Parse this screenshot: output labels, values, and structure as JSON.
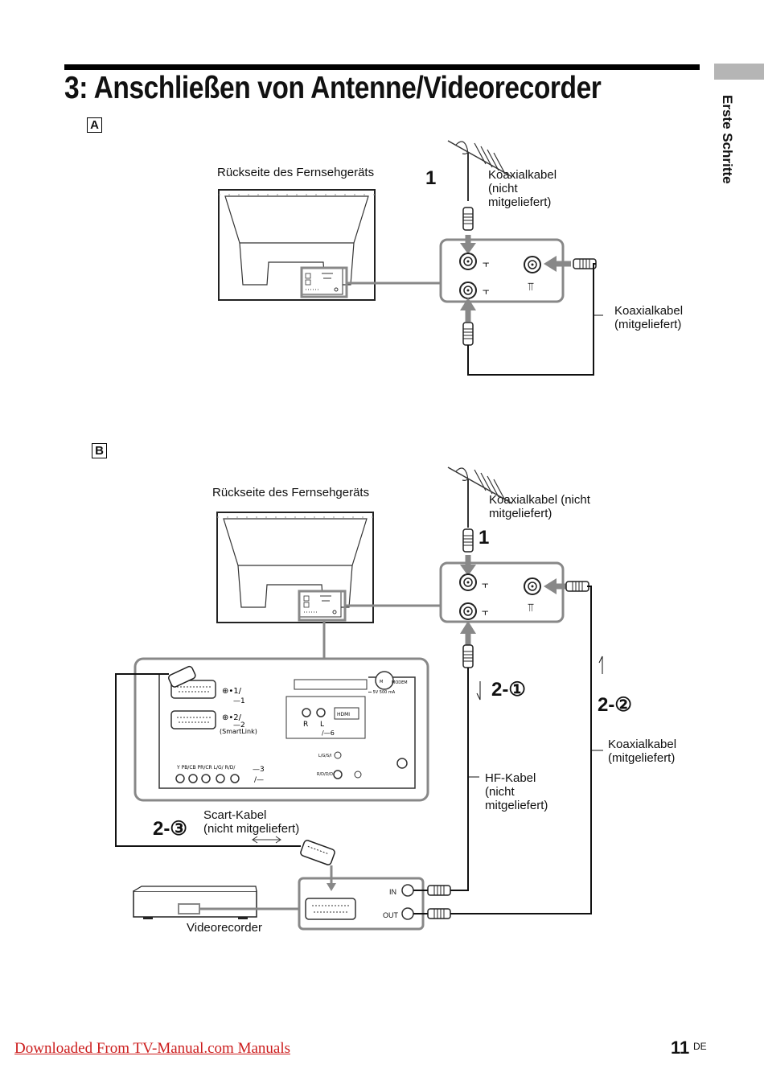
{
  "page": {
    "title": "3: Anschließen von Antenne/Videorecorder",
    "side_tab": "Erste Schritte",
    "page_number": "11",
    "page_suffix": "DE",
    "footer_link": "Downloaded From TV-Manual.com Manuals"
  },
  "section_a": {
    "marker": "A",
    "tv_label": "Rückseite des Fernsehgeräts",
    "step": "1",
    "cable_top": [
      "Koaxialkabel",
      "(nicht",
      "mitgeliefert)"
    ],
    "cable_right": [
      "Koaxialkabel",
      "(mitgeliefert)"
    ]
  },
  "section_b": {
    "marker": "B",
    "tv_label": "Rückseite des Fernsehgeräts",
    "step_1": "1",
    "cable_top": [
      "Koaxialkabel (nicht",
      "mitgeliefert)"
    ],
    "step_2_1": "2-①",
    "step_2_2": "2-②",
    "step_2_3": "2-③",
    "coax_right": [
      "Koaxialkabel",
      "(mitgeliefert)"
    ],
    "hf_cable": [
      "HF-Kabel",
      "(nicht",
      "mitgeliefert)"
    ],
    "scart_cable": [
      "Scart-Kabel",
      "(nicht mitgeliefert)"
    ],
    "vcr_label": "Videorecorder",
    "vcr_in": "IN",
    "vcr_out": "OUT",
    "panel": {
      "modem": "MODEM",
      "power_spec": "5V 500 mA",
      "smartlink": "(SmartLink)",
      "scart_1": "1",
      "scart_2": "2",
      "component_labels": [
        "Y",
        "PB/CB",
        "PR/CR",
        "L/G/S/I",
        "R/D/D/D"
      ],
      "av3": "3",
      "av6": "6",
      "r": "R",
      "l": "L",
      "hdmi": "HDMI"
    }
  }
}
